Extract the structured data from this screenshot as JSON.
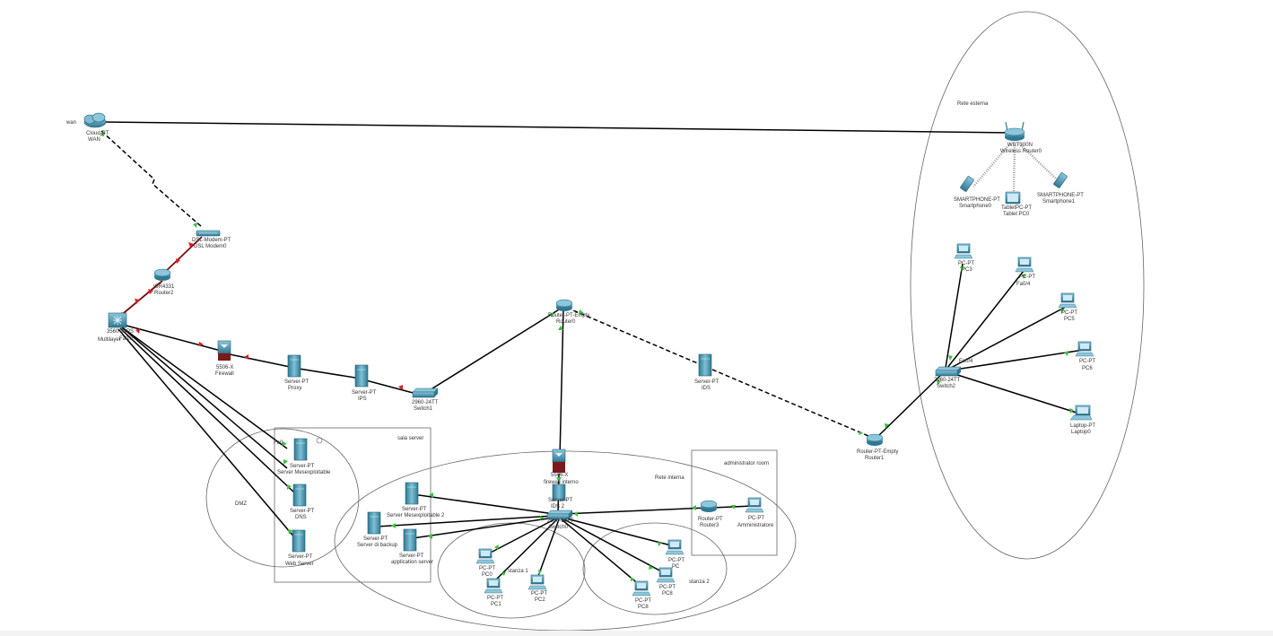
{
  "zones": {
    "wan": "wan",
    "rete_esterna": "Rete esterna",
    "sala_server": "sala server",
    "dmz": "DMZ",
    "rete_interna": "Rete interna",
    "administrator_room": "administrator room",
    "stanza1": "stanza 1",
    "stanza2": "stanza 2"
  },
  "devices": {
    "cloud": {
      "model": "Cloud-PT",
      "name": "WAN"
    },
    "dsl": {
      "model": "DSL-Modem-PT",
      "name": "DSL Modem0"
    },
    "router2": {
      "model": "ISR4331",
      "name": "Router2"
    },
    "multilayer": {
      "model": "3560-24PS",
      "name": "Multilayer",
      "port": "Fa0/2"
    },
    "firewall": {
      "model": "5506-X",
      "name": "Firewall"
    },
    "proxy": {
      "model": "Server-PT",
      "name": "Proxy"
    },
    "ips": {
      "model": "Server-PT",
      "name": "IPS"
    },
    "switch1": {
      "model": "2960-24TT",
      "name": "Switch1"
    },
    "router0": {
      "model": "Router-PT-Empty",
      "name": "Router0"
    },
    "ids": {
      "model": "Server-PT",
      "name": "IDS"
    },
    "router1": {
      "model": "Router-PT-Empty",
      "name": "Router1"
    },
    "switch2": {
      "model": "2960-24TT",
      "name": "Switch2",
      "port": "Fa0/4"
    },
    "wireless": {
      "model": "WRT300N",
      "name": "Wireless Router0"
    },
    "smartphone0": {
      "model": "SMARTPHONE-PT",
      "name": "Smartphone0"
    },
    "tablet": {
      "model": "TabletPC-PT",
      "name": "Tablet PC0"
    },
    "smartphone1": {
      "model": "SMARTPHONE-PT",
      "name": "Smartphone1"
    },
    "pc3": {
      "model": "PC-PT",
      "name": "PC3"
    },
    "pc4": {
      "model": "PC-PT",
      "name": "Fa0/4"
    },
    "pc5": {
      "model": "PC-PT",
      "name": "PC5"
    },
    "pc6": {
      "model": "PC-PT",
      "name": "PC6"
    },
    "laptop0": {
      "model": "Laptop-PT",
      "name": "Laptop0"
    },
    "srv_meso1": {
      "model": "Server-PT",
      "name": "Server Mesexploitable",
      "port": "Fa0"
    },
    "dns": {
      "model": "Server-PT",
      "name": "DNS"
    },
    "web": {
      "model": "Server-PT",
      "name": "Web Server"
    },
    "srv_meso2": {
      "model": "Server-PT",
      "name": "Server Mesexploitable 2"
    },
    "backup": {
      "model": "Server-PT",
      "name": "Server di backup"
    },
    "appserver": {
      "model": "Server-PT",
      "name": "application server"
    },
    "firewall_int": {
      "model": "5506-X",
      "name": "firewall interno"
    },
    "ids2": {
      "model": "Server-PT",
      "name": "IDS 2"
    },
    "switch0": {
      "model": "2960-24TT",
      "name": "Switch0"
    },
    "router3": {
      "model": "Router-PT",
      "name": "Router3"
    },
    "admin_pc": {
      "model": "PC-PT",
      "name": "Amministratore"
    },
    "pc0": {
      "model": "PC-PT",
      "name": "PC0"
    },
    "pc1": {
      "model": "PC-PT",
      "name": "PC1"
    },
    "pc2": {
      "model": "PC-PT",
      "name": "PC2"
    },
    "pc_s2a": {
      "model": "PC-PT",
      "name": "PC"
    },
    "pc8": {
      "model": "PC-PT",
      "name": "PC8"
    },
    "pc_s2c": {
      "model": "PC-PT",
      "name": "PC8"
    }
  },
  "colors": {
    "link": "#000000",
    "device": "#3f8aa6",
    "device_dark": "#1f5f77",
    "port_up": "#3fbf3f",
    "port_down": "#d62020",
    "zone_stroke": "#666666",
    "firewall_base": "#7a1a1a"
  }
}
